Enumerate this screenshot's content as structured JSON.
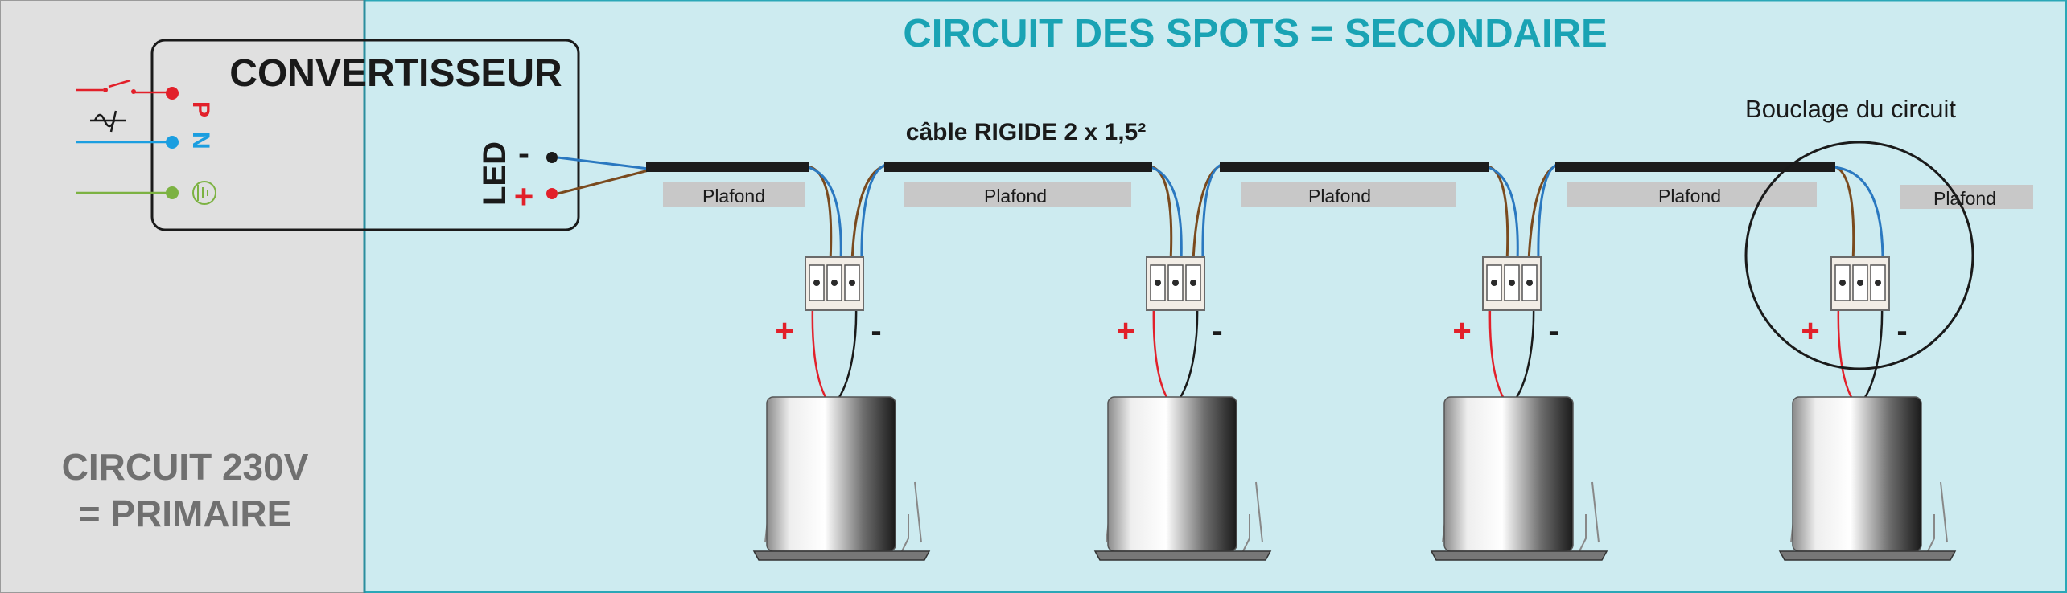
{
  "primary_zone": {
    "label_line1": "CIRCUIT 230V",
    "label_line2": "= PRIMAIRE"
  },
  "secondary_zone": {
    "title": "CIRCUIT DES SPOTS = SECONDAIRE"
  },
  "converter": {
    "title": "CONVERTISSEUR",
    "input_labels": [
      "P",
      "N"
    ],
    "output_label": "LED",
    "output_minus": "-",
    "output_plus": "+"
  },
  "cable_label": "câble RIGIDE 2 x 1,5²",
  "loop_label": "Bouclage du circuit",
  "ceiling_labels": [
    "Plafond",
    "Plafond",
    "Plafond",
    "Plafond",
    "Plafond"
  ],
  "spots": [
    {
      "plus": "+",
      "minus": "-"
    },
    {
      "plus": "+",
      "minus": "-"
    },
    {
      "plus": "+",
      "minus": "-"
    },
    {
      "plus": "+",
      "minus": "-"
    }
  ],
  "colors": {
    "primary_bg": "#e0e0e0",
    "secondary_bg": "#cdebf0",
    "title_teal": "#1aa3b4",
    "live_red": "#e2202a",
    "neutral_blue": "#1b9ee0",
    "earth_green": "#7cb242",
    "wire_brown": "#7a4a1e",
    "wire_blue": "#2a78c0",
    "ceiling_gray": "#c8c8c8"
  }
}
